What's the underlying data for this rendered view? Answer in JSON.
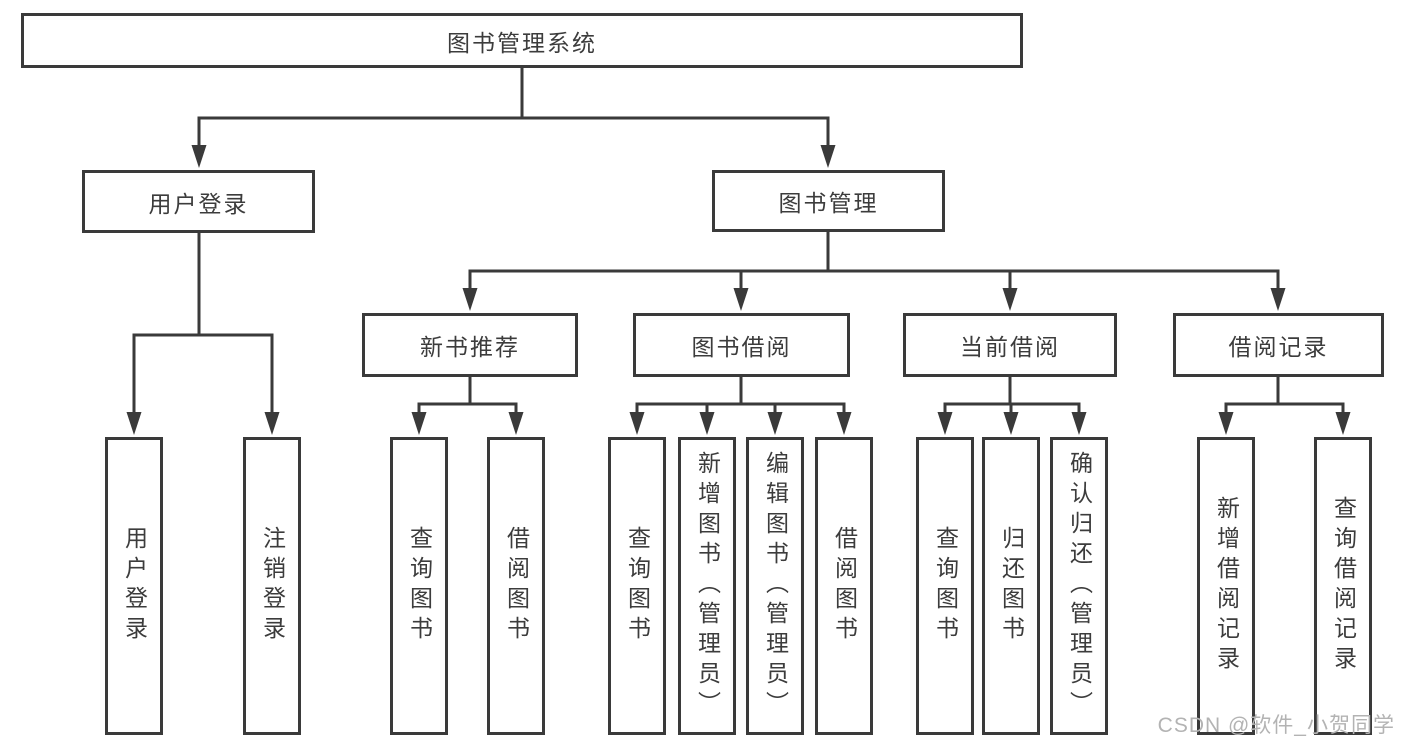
{
  "diagram": {
    "title": "图书管理系统",
    "root": {
      "label": "图书管理系统"
    },
    "level2": [
      {
        "label": "用户登录"
      },
      {
        "label": "图书管理"
      }
    ],
    "level3": [
      {
        "label": "新书推荐"
      },
      {
        "label": "图书借阅"
      },
      {
        "label": "当前借阅"
      },
      {
        "label": "借阅记录"
      }
    ],
    "leaves": [
      {
        "label": "用户登录",
        "parent": "用户登录"
      },
      {
        "label": "注销登录",
        "parent": "用户登录"
      },
      {
        "label": "查询图书",
        "parent": "新书推荐"
      },
      {
        "label": "借阅图书",
        "parent": "新书推荐"
      },
      {
        "label": "查询图书",
        "parent": "图书借阅"
      },
      {
        "label": "新增图书（管理员）",
        "parent": "图书借阅"
      },
      {
        "label": "编辑图书（管理员）",
        "parent": "图书借阅"
      },
      {
        "label": "借阅图书",
        "parent": "图书借阅"
      },
      {
        "label": "查询图书",
        "parent": "当前借阅"
      },
      {
        "label": "归还图书",
        "parent": "当前借阅"
      },
      {
        "label": "确认归还（管理员）",
        "parent": "当前借阅"
      },
      {
        "label": "新增借阅记录",
        "parent": "借阅记录"
      },
      {
        "label": "查询借阅记录",
        "parent": "借阅记录"
      }
    ]
  },
  "watermark": {
    "text": "CSDN @软件_小贺同学"
  },
  "colors": {
    "line": "#3a3a3a",
    "text": "#3c3c3c",
    "watermark": "#b3b3b3",
    "background": "#ffffff"
  }
}
